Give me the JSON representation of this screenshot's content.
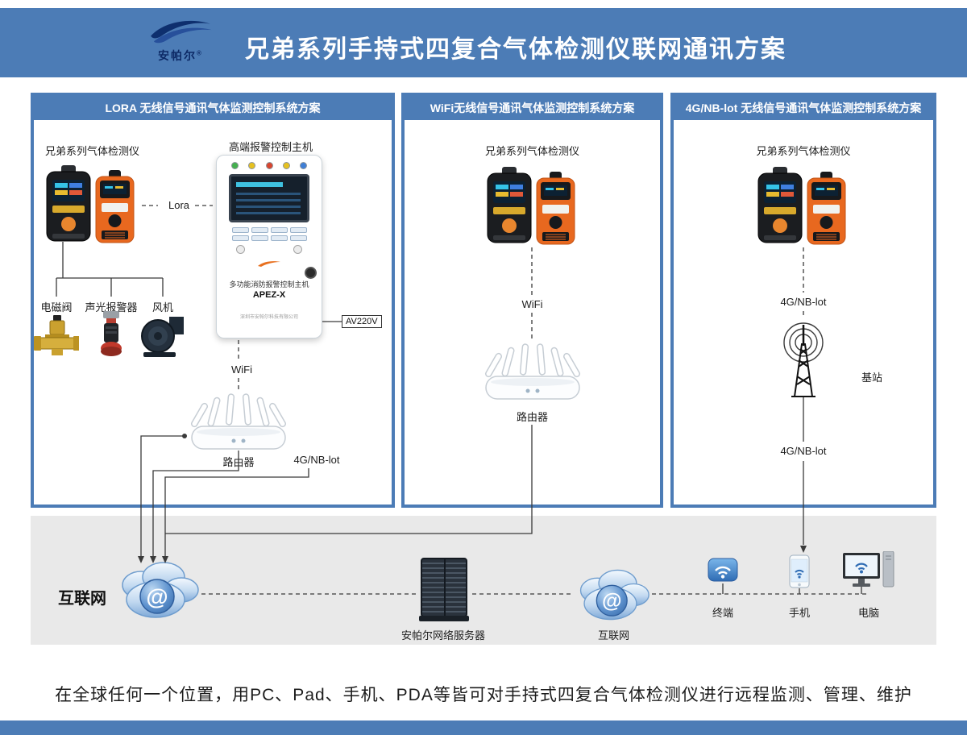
{
  "header": {
    "logo_text": "安帕尔",
    "logo_reg": "®",
    "title": "兄弟系列手持式四复合气体检测仪联网通讯方案"
  },
  "panels": [
    {
      "title": "LORA 无线信号通讯气体监测控制系统方案",
      "detector_label": "兄弟系列气体检测仪",
      "host_label": "高端报警控制主机",
      "lora_link_label": "Lora",
      "host": {
        "name_line": "多功能消防报警控制主机",
        "model": "APEZ-X",
        "company": "深圳市安帕尔科技有限公司"
      },
      "power_label": "AV220V",
      "valve_label": "电磁阀",
      "alarm_label": "声光报警器",
      "fan_label": "风机",
      "wifi_label": "WiFi",
      "router_label": "路由器",
      "nb_label": "4G/NB-lot"
    },
    {
      "title": "WiFi无线信号通讯气体监测控制系统方案",
      "detector_label": "兄弟系列气体检测仪",
      "wifi_label": "WiFi",
      "router_label": "路由器"
    },
    {
      "title": "4G/NB-lot 无线信号通讯气体监测控制系统方案",
      "detector_label": "兄弟系列气体检测仪",
      "nb_label_top": "4G/NB-lot",
      "station_label": "基站",
      "nb_label_bottom": "4G/NB-lot"
    }
  ],
  "network": {
    "internet_label": "互联网",
    "server_label": "安帕尔网络服务器",
    "internet2_label": "互联网",
    "terminal_label": "终端",
    "phone_label": "手机",
    "pc_label": "电脑",
    "cloud_at": "@"
  },
  "caption": "在全球任何一个位置，用PC、Pad、手机、PDA等皆可对手持式四复合气体检测仪进行远程监测、管理、维护",
  "colors": {
    "brand_blue": "#4c7cb6",
    "gray_bg": "#e9e9e9",
    "detector_orange": "#e8681f",
    "line": "#3a3a3a"
  }
}
